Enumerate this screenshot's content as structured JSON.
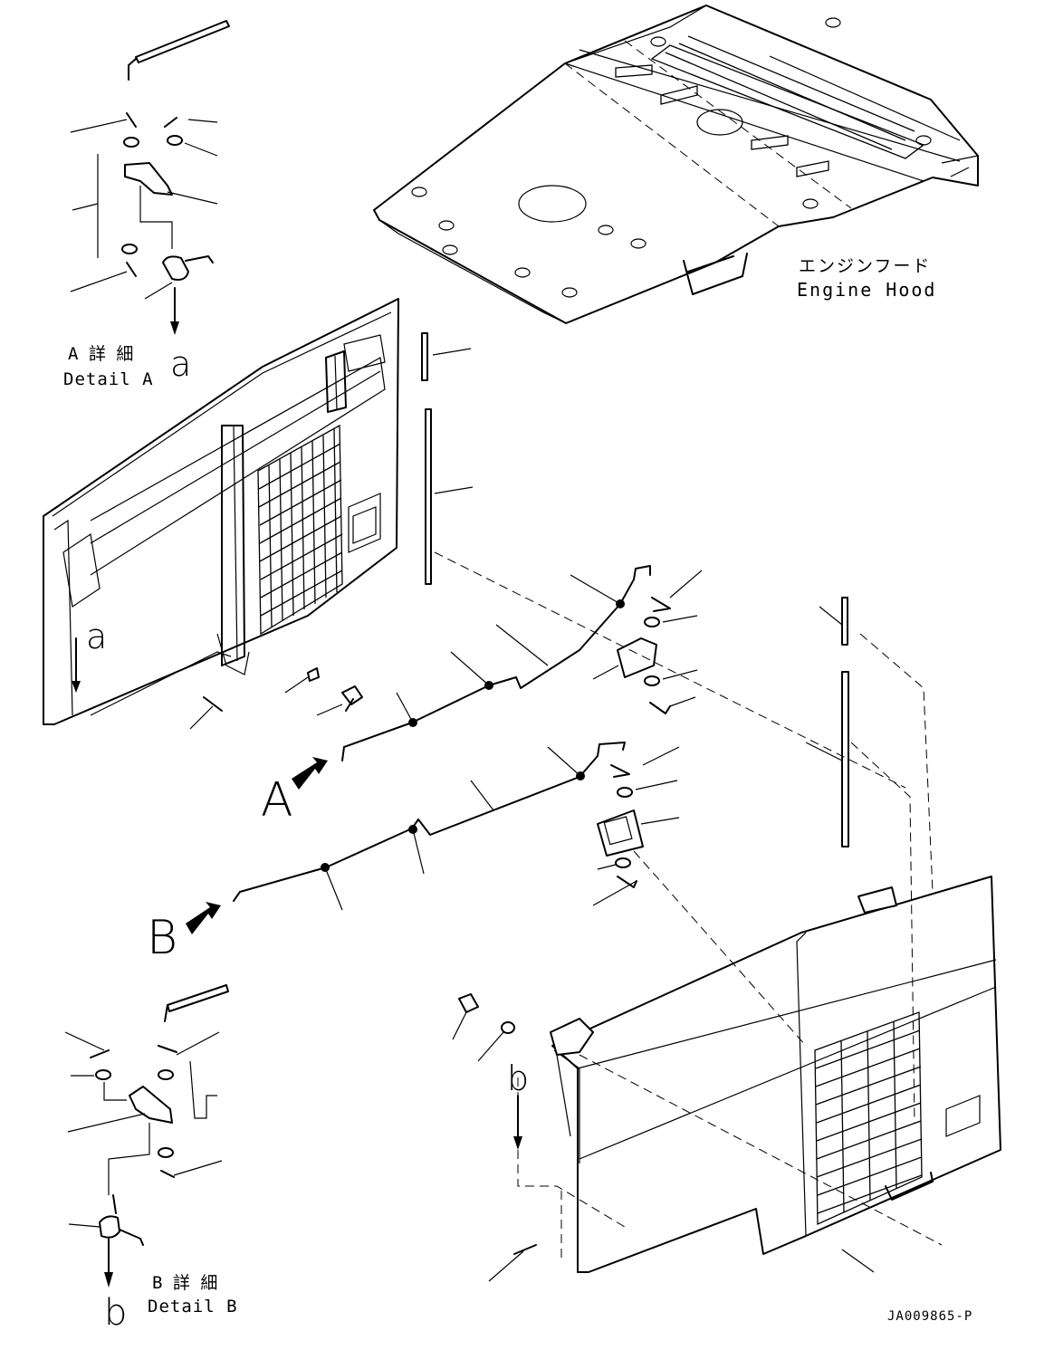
{
  "labels": {
    "hood_jp": "エンジンフード",
    "hood_en": "Engine Hood",
    "detail_a_jp": "A 詳 細",
    "detail_a_en": "Detail A",
    "detail_b_jp": "B 詳 細",
    "detail_b_en": "Detail B",
    "view_a": "A",
    "view_b": "B",
    "ref_a_top": "a",
    "ref_a_door": "a",
    "ref_b_door": "b",
    "ref_b_bottom": "b",
    "drawing_id": "JA009865-P"
  }
}
